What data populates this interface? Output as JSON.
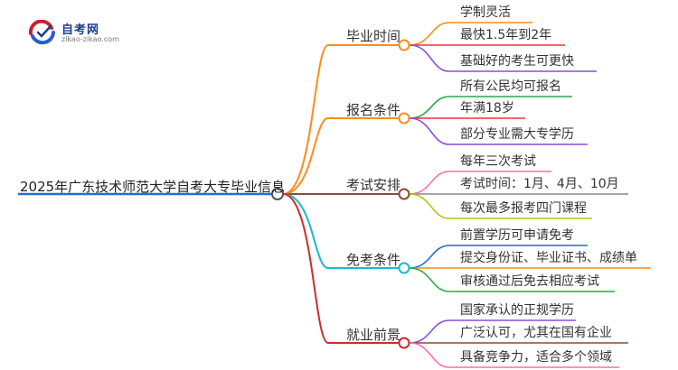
{
  "logo": {
    "title": "自考网",
    "subtitle": "zikao-zikao.com"
  },
  "root": {
    "label": "2025年广东技术师范大学自考大专毕业信息"
  },
  "branches": [
    {
      "label": "毕业时间",
      "color": "#ff8c1a",
      "leaves": [
        {
          "label": "学制灵活",
          "color": "#ff8c1a"
        },
        {
          "label": "最快1.5年到2年",
          "color": "#e8333c"
        },
        {
          "label": "基础好的考生可更快",
          "color": "#8a4fd6"
        }
      ]
    },
    {
      "label": "报名条件",
      "color": "#ff8c1a",
      "leaves": [
        {
          "label": "所有公民均可报名",
          "color": "#2ba84a"
        },
        {
          "label": "年满18岁",
          "color": "#e8333c"
        },
        {
          "label": "部分专业需大专学历",
          "color": "#8a4fd6"
        }
      ]
    },
    {
      "label": "考试安排",
      "color": "#8a4a3a",
      "leaves": [
        {
          "label": "每年三次考试",
          "color": "#ff6fb0"
        },
        {
          "label": "考试时间：1月、4月、10月",
          "color": "#8a8a8a"
        },
        {
          "label": "每次最多报考四门课程",
          "color": "#b8c21a"
        }
      ]
    },
    {
      "label": "免考条件",
      "color": "#19b9d4",
      "leaves": [
        {
          "label": "前置学历可申请免考",
          "color": "#1f6fd1"
        },
        {
          "label": "提交身份证、毕业证书、成绩单",
          "color": "#ff8c1a"
        },
        {
          "label": "审核通过后免去相应考试",
          "color": "#2ba84a"
        }
      ]
    },
    {
      "label": "就业前景",
      "color": "#d12a2a",
      "leaves": [
        {
          "label": "国家承认的正规学历",
          "color": "#8a4fd6"
        },
        {
          "label": "广泛认可，尤其在国有企业",
          "color": "#8a4a3a"
        },
        {
          "label": "具备竞争力，适合多个领域",
          "color": "#ff6fb0"
        }
      ]
    }
  ]
}
